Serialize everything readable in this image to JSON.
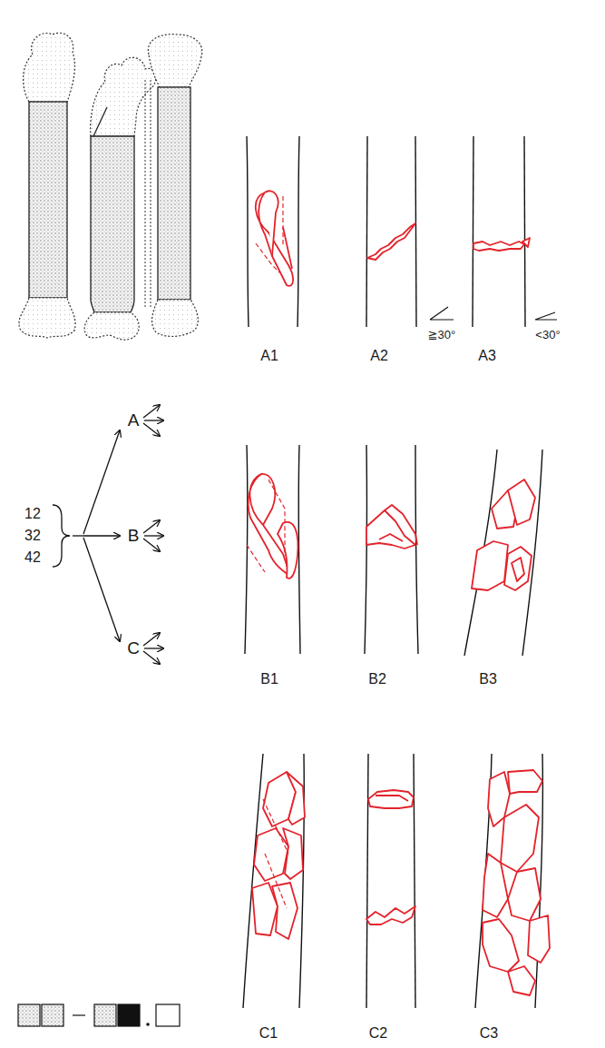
{
  "diagram": {
    "labels": [
      "≧30°",
      "<30°",
      "A1",
      "A2",
      "A3",
      "12",
      "32",
      "42",
      "A",
      "B",
      "C",
      "B1",
      "B2",
      "B3",
      "C1",
      "C2",
      "C3"
    ]
  }
}
